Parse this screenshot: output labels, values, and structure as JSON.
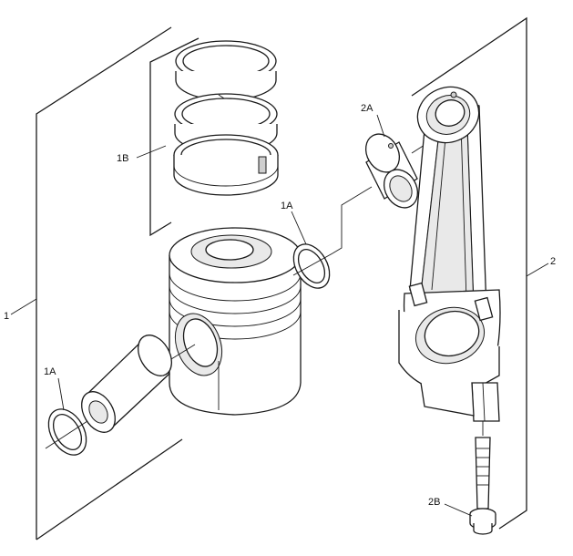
{
  "labels": {
    "assembly": "1",
    "piston_rings": "1B",
    "retaining_ring_upper": "1A",
    "retaining_ring_lower": "1A",
    "connecting_rod": "2",
    "bearing": "2A",
    "bolt": "2B"
  },
  "colors": {
    "line": "#1a1a1a",
    "background": "#ffffff"
  }
}
